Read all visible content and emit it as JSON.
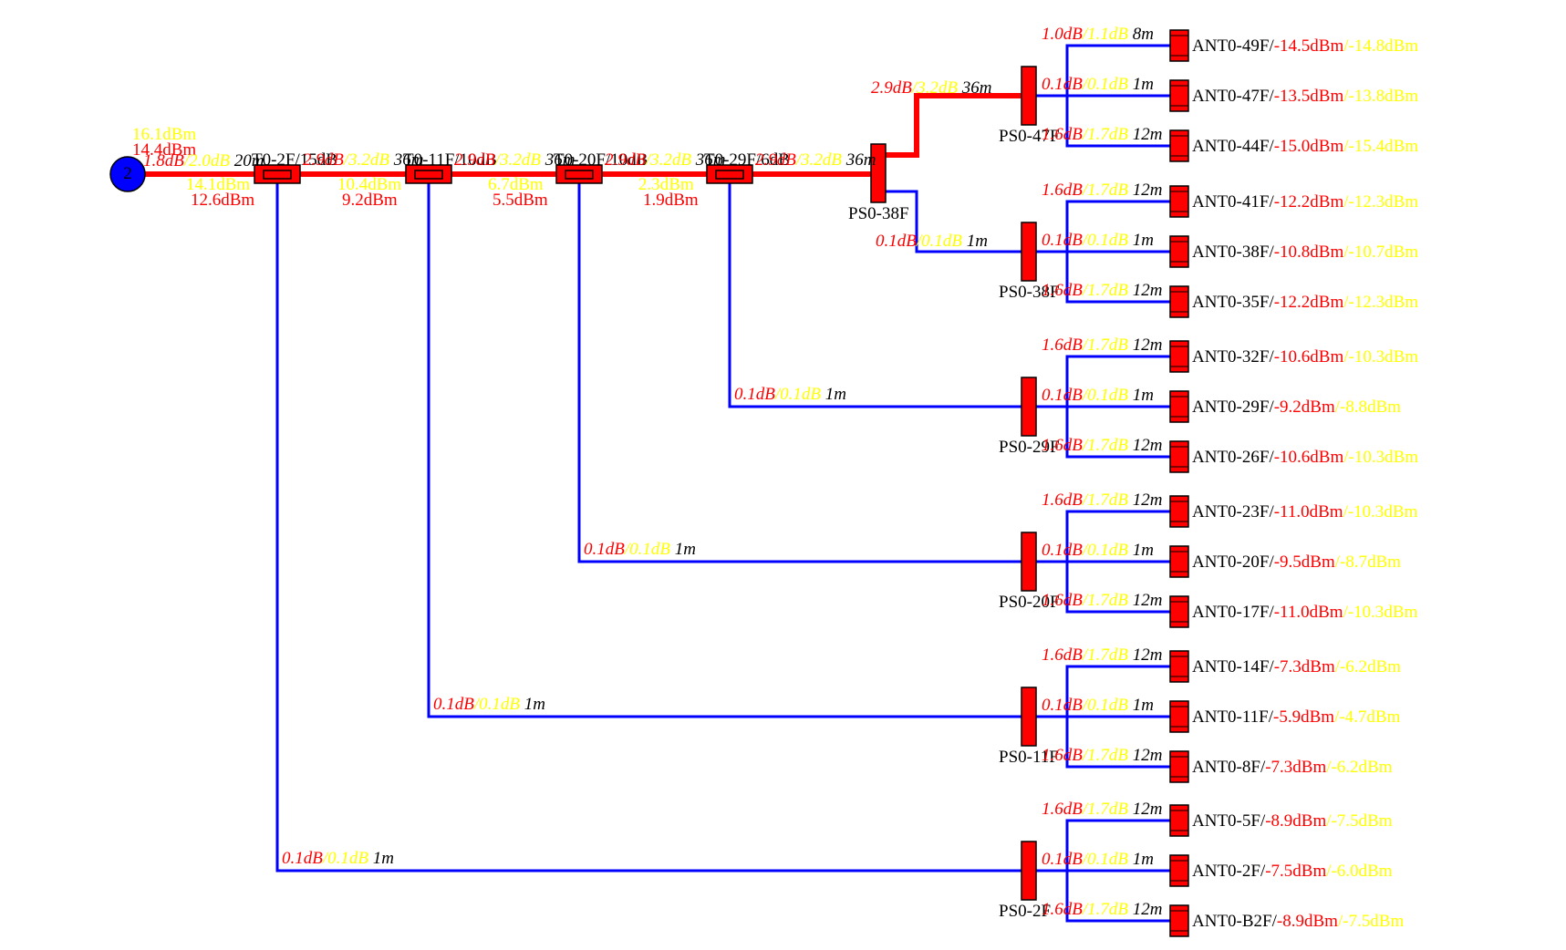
{
  "colors": {
    "trunk": "#ff0000",
    "branch": "#0000ff",
    "device": "#ff0000",
    "source": "#0000ff",
    "loss_primary": "#ff0000",
    "loss_secondary": "#ffff00",
    "text": "#000000"
  },
  "source": {
    "label": "2",
    "levels": [
      "16.1dBm",
      "14.4dBm"
    ],
    "cable": {
      "loss_a": "1.8dB",
      "loss_b": "2.0dB",
      "length": "20m"
    }
  },
  "couplers": [
    {
      "label": "T0-2F/15dB",
      "out_a": "14.1dBm",
      "out_b": "12.6dBm",
      "trunk_cable": {
        "loss_a": "2.9dB",
        "loss_b": "3.2dB",
        "length": "36m"
      },
      "branch_cable": {
        "loss_a": "0.1dB",
        "loss_b": "0.1dB",
        "length": "1m"
      }
    },
    {
      "label": "T0-11F/10dB",
      "out_a": "10.4dBm",
      "out_b": "9.2dBm",
      "trunk_cable": {
        "loss_a": "2.9dB",
        "loss_b": "3.2dB",
        "length": "36m"
      },
      "branch_cable": {
        "loss_a": "0.1dB",
        "loss_b": "0.1dB",
        "length": "1m"
      }
    },
    {
      "label": "T0-20F/10dB",
      "out_a": "6.7dBm",
      "out_b": "5.5dBm",
      "trunk_cable": {
        "loss_a": "2.9dB",
        "loss_b": "3.2dB",
        "length": "36m"
      },
      "branch_cable": {
        "loss_a": "0.1dB",
        "loss_b": "0.1dB",
        "length": "1m"
      }
    },
    {
      "label": "T0-29F/6dB",
      "out_a": "2.3dBm",
      "out_b": "1.9dBm",
      "trunk_cable": {
        "loss_a": "2.9dB",
        "loss_b": "3.2dB",
        "length": "36m"
      },
      "branch_cable": {
        "loss_a": "0.1dB",
        "loss_b": "0.1dB",
        "length": "1m"
      }
    }
  ],
  "ps38": {
    "label": "PS0-38F",
    "up_cable": {
      "loss_a": "2.9dB",
      "loss_b": "3.2dB",
      "length": "36m"
    },
    "down_cable": {
      "loss_a": "0.1dB",
      "loss_b": "0.1dB",
      "length": "1m"
    }
  },
  "splitters": [
    {
      "label": "PS0-47F",
      "cables": [
        {
          "loss_a": "1.0dB",
          "loss_b": "1.1dB",
          "length": "8m"
        },
        {
          "loss_a": "0.1dB",
          "loss_b": "0.1dB",
          "length": "1m"
        },
        {
          "loss_a": "1.6dB",
          "loss_b": "1.7dB",
          "length": "12m"
        }
      ],
      "antennas": [
        {
          "name": "ANT0-49F",
          "p1": "-14.5dBm",
          "p2": "-14.8dBm"
        },
        {
          "name": "ANT0-47F",
          "p1": "-13.5dBm",
          "p2": "-13.8dBm"
        },
        {
          "name": "ANT0-44F",
          "p1": "-15.0dBm",
          "p2": "-15.4dBm"
        }
      ]
    },
    {
      "label": "PS0-38F",
      "cables": [
        {
          "loss_a": "1.6dB",
          "loss_b": "1.7dB",
          "length": "12m"
        },
        {
          "loss_a": "0.1dB",
          "loss_b": "0.1dB",
          "length": "1m"
        },
        {
          "loss_a": "1.6dB",
          "loss_b": "1.7dB",
          "length": "12m"
        }
      ],
      "antennas": [
        {
          "name": "ANT0-41F",
          "p1": "-12.2dBm",
          "p2": "-12.3dBm"
        },
        {
          "name": "ANT0-38F",
          "p1": "-10.8dBm",
          "p2": "-10.7dBm"
        },
        {
          "name": "ANT0-35F",
          "p1": "-12.2dBm",
          "p2": "-12.3dBm"
        }
      ]
    },
    {
      "label": "PS0-29F",
      "cables": [
        {
          "loss_a": "1.6dB",
          "loss_b": "1.7dB",
          "length": "12m"
        },
        {
          "loss_a": "0.1dB",
          "loss_b": "0.1dB",
          "length": "1m"
        },
        {
          "loss_a": "1.6dB",
          "loss_b": "1.7dB",
          "length": "12m"
        }
      ],
      "antennas": [
        {
          "name": "ANT0-32F",
          "p1": "-10.6dBm",
          "p2": "-10.3dBm"
        },
        {
          "name": "ANT0-29F",
          "p1": "-9.2dBm",
          "p2": "-8.8dBm"
        },
        {
          "name": "ANT0-26F",
          "p1": "-10.6dBm",
          "p2": "-10.3dBm"
        }
      ]
    },
    {
      "label": "PS0-20F",
      "cables": [
        {
          "loss_a": "1.6dB",
          "loss_b": "1.7dB",
          "length": "12m"
        },
        {
          "loss_a": "0.1dB",
          "loss_b": "0.1dB",
          "length": "1m"
        },
        {
          "loss_a": "1.6dB",
          "loss_b": "1.7dB",
          "length": "12m"
        }
      ],
      "antennas": [
        {
          "name": "ANT0-23F",
          "p1": "-11.0dBm",
          "p2": "-10.3dBm"
        },
        {
          "name": "ANT0-20F",
          "p1": "-9.5dBm",
          "p2": "-8.7dBm"
        },
        {
          "name": "ANT0-17F",
          "p1": "-11.0dBm",
          "p2": "-10.3dBm"
        }
      ]
    },
    {
      "label": "PS0-11F",
      "cables": [
        {
          "loss_a": "1.6dB",
          "loss_b": "1.7dB",
          "length": "12m"
        },
        {
          "loss_a": "0.1dB",
          "loss_b": "0.1dB",
          "length": "1m"
        },
        {
          "loss_a": "1.6dB",
          "loss_b": "1.7dB",
          "length": "12m"
        }
      ],
      "antennas": [
        {
          "name": "ANT0-14F",
          "p1": "-7.3dBm",
          "p2": "-6.2dBm"
        },
        {
          "name": "ANT0-11F",
          "p1": "-5.9dBm",
          "p2": "-4.7dBm"
        },
        {
          "name": "ANT0-8F",
          "p1": "-7.3dBm",
          "p2": "-6.2dBm"
        }
      ]
    },
    {
      "label": "PS0-2F",
      "cables": [
        {
          "loss_a": "1.6dB",
          "loss_b": "1.7dB",
          "length": "12m"
        },
        {
          "loss_a": "0.1dB",
          "loss_b": "0.1dB",
          "length": "1m"
        },
        {
          "loss_a": "1.6dB",
          "loss_b": "1.7dB",
          "length": "12m"
        }
      ],
      "antennas": [
        {
          "name": "ANT0-5F",
          "p1": "-8.9dBm",
          "p2": "-7.5dBm"
        },
        {
          "name": "ANT0-2F",
          "p1": "-7.5dBm",
          "p2": "-6.0dBm"
        },
        {
          "name": "ANT0-B2F",
          "p1": "-8.9dBm",
          "p2": "-7.5dBm"
        }
      ]
    }
  ]
}
